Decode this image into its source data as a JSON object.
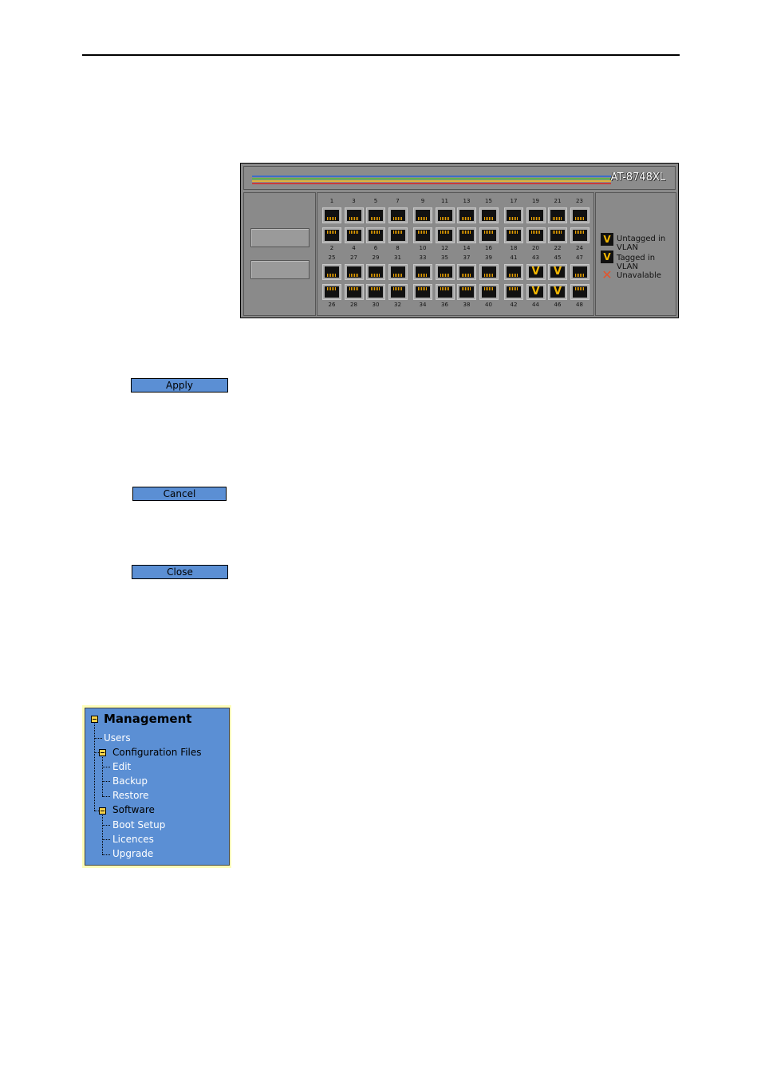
{
  "switch": {
    "model": "AT-8748XL",
    "stripe_colors": [
      "#c93b3b",
      "#e0b43a",
      "#5fb34a",
      "#3d6ec9",
      "#c0c0c0"
    ],
    "top_labels_row1": [
      "1",
      "3",
      "5",
      "7",
      "9",
      "11",
      "13",
      "15",
      "17",
      "19",
      "21",
      "23"
    ],
    "bottom_labels_row1": [
      "2",
      "4",
      "6",
      "8",
      "10",
      "12",
      "14",
      "16",
      "18",
      "20",
      "22",
      "24"
    ],
    "top_labels_row2": [
      "25",
      "27",
      "29",
      "31",
      "33",
      "35",
      "37",
      "39",
      "41",
      "43",
      "45",
      "47"
    ],
    "bottom_labels_row2": [
      "26",
      "28",
      "30",
      "32",
      "34",
      "36",
      "38",
      "40",
      "42",
      "44",
      "46",
      "48"
    ],
    "vlan_marked_ports": [
      "43",
      "44",
      "45",
      "46"
    ],
    "legend": {
      "untagged": "Untagged in VLAN",
      "tagged": "Tagged in VLAN",
      "unavailable": "Unavalable"
    }
  },
  "buttons": {
    "apply": "Apply",
    "cancel": "Cancel",
    "close": "Close"
  },
  "tree": {
    "root": "Management",
    "users": "Users",
    "config": "Configuration Files",
    "edit": "Edit",
    "backup": "Backup",
    "restore": "Restore",
    "software": "Software",
    "boot": "Boot Setup",
    "licences": "Licences",
    "upgrade": "Upgrade"
  }
}
